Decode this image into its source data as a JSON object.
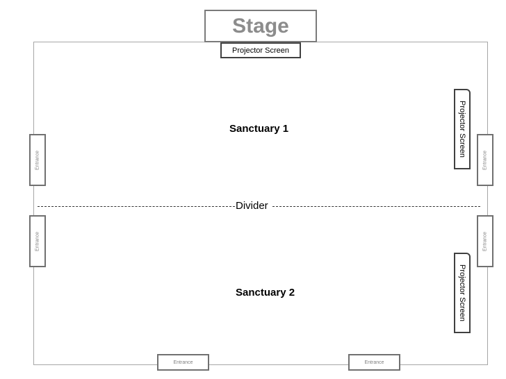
{
  "stage": {
    "label": "Stage"
  },
  "screens": {
    "top": "Projector Screen",
    "right_upper": "Projector Screen",
    "right_lower": "Projector Screen"
  },
  "sanctuaries": {
    "one": "Sanctuary 1",
    "two": "Sanctuary 2"
  },
  "divider": {
    "label": "Divider"
  },
  "entrances": {
    "left_upper": "Entrance",
    "left_lower": "Entrance",
    "right_upper": "Entrance",
    "right_lower": "Entrance",
    "bottom_left": "Entrance",
    "bottom_right": "Entrance"
  }
}
